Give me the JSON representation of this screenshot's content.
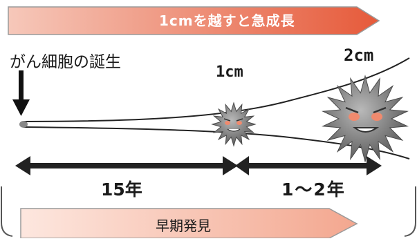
{
  "top_banner": {
    "text": "1cmを越すと急成長",
    "color_start": "#f6c8ba",
    "color_end": "#e65a3a"
  },
  "labels": {
    "birth": "がん細胞の誕生",
    "size_small": "1cm",
    "size_large": "2cm"
  },
  "timeline": {
    "period_one": "15年",
    "period_two": "1～2年"
  },
  "bottom_banner": {
    "text": "早期発見",
    "color_start": "#fbe0d6",
    "color_end": "#f3a78f"
  },
  "icons": [
    "down-arrow-icon",
    "small-cancer-cell-icon",
    "large-cancer-cell-icon"
  ]
}
